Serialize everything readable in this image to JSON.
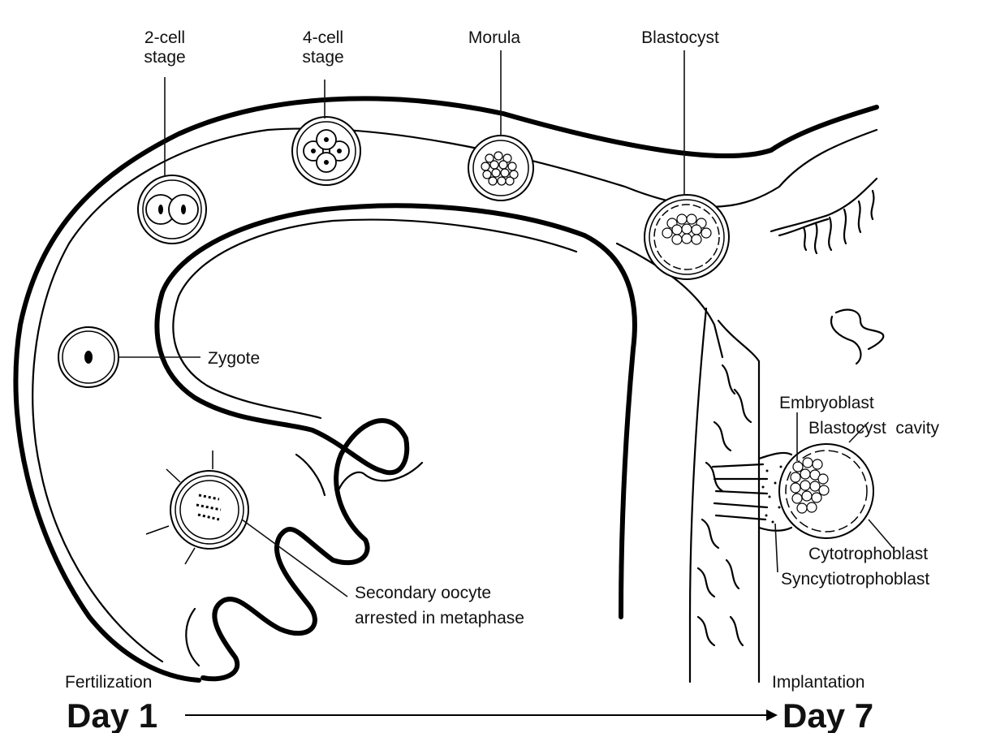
{
  "stages": {
    "two_cell": [
      "2-cell",
      "stage"
    ],
    "four_cell": [
      "4-cell",
      "stage"
    ],
    "morula": "Morula",
    "blastocyst": "Blastocyst",
    "zygote": "Zygote",
    "oocyte": [
      "Secondary oocyte",
      "arrested in metaphase"
    ]
  },
  "implantation_parts": {
    "embryoblast": "Embryoblast",
    "cavity": "Blastocyst  cavity",
    "cytotrophoblast": "Cytotrophoblast",
    "syncytiotrophoblast": "Syncytiotrophoblast"
  },
  "timeline": {
    "start_caption": "Fertilization",
    "start_day": "Day 1",
    "end_caption": "Implantation",
    "end_day": "Day 7"
  },
  "colors": {
    "ink": "#000000",
    "background": "#ffffff"
  }
}
